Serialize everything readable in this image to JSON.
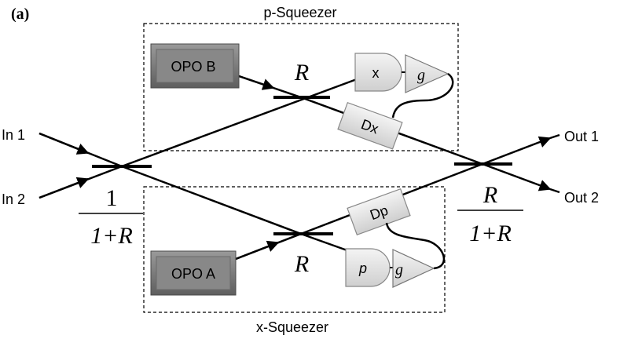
{
  "panel_label": "(a)",
  "p_squeezer": {
    "title": "p-Squeezer",
    "opo": "OPO B",
    "reflectivity": "R",
    "detector": "x",
    "gain": "g",
    "displacement": "Dx"
  },
  "x_squeezer": {
    "title": "x-Squeezer",
    "opo": "OPO A",
    "reflectivity": "R",
    "detector": "p",
    "gain": "g",
    "displacement": "Dp"
  },
  "inputs": {
    "in1": "In 1",
    "in2": "In 2"
  },
  "outputs": {
    "out1": "Out 1",
    "out2": "Out 2"
  },
  "input_splitter": {
    "numerator": "1",
    "denominator": "1+R"
  },
  "output_splitter": {
    "numerator": "R",
    "denominator": "1+R"
  },
  "colors": {
    "opo_fill": "#7a7a7a",
    "component_fill": "#e6e6e6",
    "line": "#000000"
  }
}
